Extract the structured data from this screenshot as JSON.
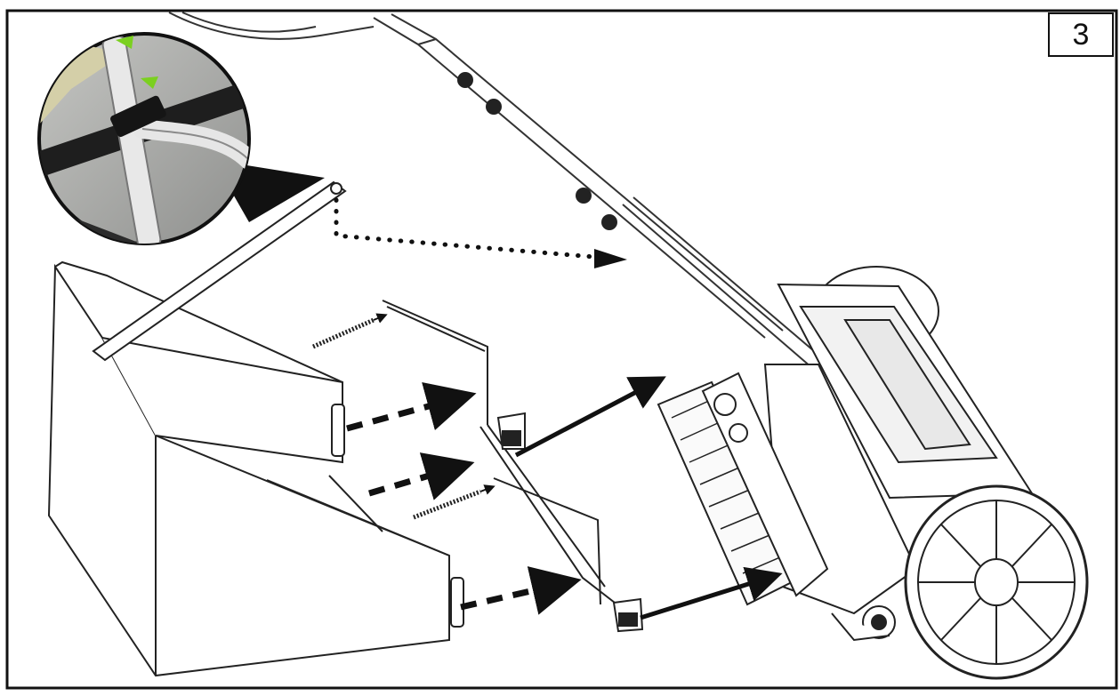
{
  "step": {
    "number": "3"
  },
  "icons": {
    "detail_inset": "photo-inset-handle-hook",
    "bag_frame": "grass-catcher-frame",
    "screw": "screw-icon",
    "clip": "frame-clip",
    "mower": "reel-mower",
    "handle": "mower-handle"
  },
  "colors": {
    "line": "#111111",
    "paper": "#ffffff",
    "photo_bg": "#a9aaa8",
    "highlight_green": "#7bd020"
  }
}
